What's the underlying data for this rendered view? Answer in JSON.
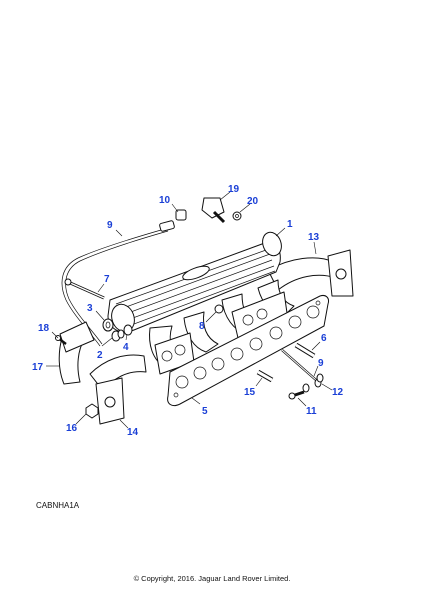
{
  "diagram": {
    "callouts": [
      "1",
      "2",
      "3",
      "4",
      "5",
      "6",
      "7",
      "8",
      "9",
      "9",
      "10",
      "11",
      "12",
      "13",
      "14",
      "15",
      "16",
      "17",
      "18",
      "19",
      "20"
    ],
    "reference_code": "CABNHA1A",
    "copyright": "© Copyright, 2016. Jaguar Land Rover Limited."
  }
}
